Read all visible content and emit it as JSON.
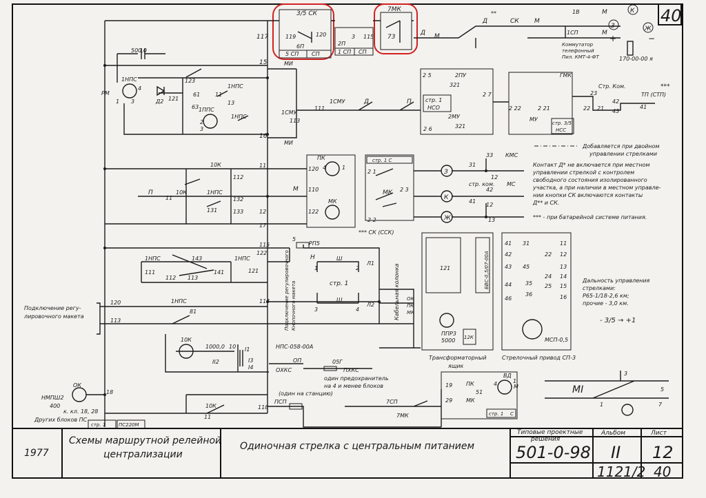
{
  "corner": {
    "sheet_box": "40"
  },
  "top": {
    "relay_3_5sk": "3/5 СК",
    "relay_7mk": "7МК",
    "c119": "119",
    "c120": "120",
    "c6p": "6П",
    "sp5_a": "5 СП",
    "sp5_b": "СП",
    "c2p": "2П",
    "c3": "3",
    "c115": "115",
    "sp1_a": "1 СП",
    "sp1_b": "СП",
    "c73": "73",
    "d_star": "Д",
    "m1": "М",
    "d2": "Д",
    "sk_star": "**",
    "sk": "СК",
    "m2": "М",
    "c1v": "1В",
    "c1sp": "1СП",
    "m3": "М",
    "m4": "М",
    "commutator1": "Коммутатор",
    "commutator2": "телефонный",
    "commutator3": "Пил. КМТ-4-ФТ",
    "code170": "170-00-00 я",
    "circle_r": "К",
    "circle_z": "Ж",
    "circle_3": "З",
    "plus": "+",
    "minus": "−"
  },
  "upper": {
    "c117": "117",
    "c15": "15",
    "c16": "16",
    "cap": "500,0",
    "rm": "РМ",
    "r1nps": "1НПС",
    "c4": "4",
    "c1": "1",
    "c3": "3",
    "d2": "Д2",
    "c123": "123",
    "c121": "121",
    "c61": "61",
    "c63": "63",
    "r1nps_b": "1НПС",
    "c11": "11",
    "c13": "13",
    "ppc": "1ППС",
    "c2": "2",
    "c3b": "3",
    "r1nps_c": "1НПС",
    "mi_top": "МИ",
    "mi_bot": "МИ",
    "smu": "1СМУ",
    "c111": "111",
    "c113": "113",
    "smu2": "1СМУ",
    "d": "Д",
    "p": "П",
    "c2_5": "2 5",
    "r2pu": "2ПУ",
    "c321": "321",
    "str1": "стр. 1",
    "nso": "НСО",
    "c2_7": "2 7",
    "r2mu": "2МУ",
    "c2_6": "2 6",
    "c321b": "321",
    "c2_22": "2 22",
    "c2_21": "2 21",
    "mu": "МУ",
    "str35": "стр. 3/5",
    "nss": "НСС",
    "fmk": "ГМК",
    "str_kom": "Стр. Ком.",
    "c23": "23",
    "c22": "22",
    "c21": "21",
    "c42": "42",
    "c43": "43",
    "c41": "41",
    "tp": "ТП (СТП)",
    "triple_star": "***"
  },
  "notes": {
    "n1a": "Добавляется при двойном",
    "n1b": "управлении стрелками",
    "n2a": "Контакт Д* не включается при местном",
    "n2b": "управлении стрелкой с контролем",
    "n2c": "свободного состояния изолированного",
    "n2d": "участка, а при наличии в местном управле-",
    "n2e": "нии кнопки СК включаются контакты",
    "n2f": "Д** и СК.",
    "n3": "*** - при батарейной системе питания."
  },
  "middle": {
    "c10k": "10К",
    "c11": "11",
    "c112": "112",
    "c12": "12",
    "c1nps": "1НПС",
    "c132": "132",
    "c131": "131",
    "c133": "133",
    "p": "П",
    "m": "М",
    "c17": "17",
    "c11b": "11",
    "pk": "ПК",
    "c120": "120",
    "c4": "4",
    "c1": "1",
    "c110": "110",
    "mk": "МК",
    "c122": "122",
    "str1c": "стр. 1 С",
    "c2_1": "2 1",
    "c2_3": "2 3",
    "c2_2": "2 2",
    "c3_3": "33",
    "c31": "31",
    "kms": "КМС",
    "c1_2": "12",
    "str_kom2": "стр. ком.",
    "mc": "МС",
    "c4_2": "42",
    "c4_1": "41",
    "c12b": "12",
    "c13": "13",
    "sk_note": "*** СК (ССК)",
    "lamp_z": "З",
    "lamp_k": "К",
    "lamp_zh": "Ж"
  },
  "lower": {
    "nps1": "1НПС",
    "c111": "111",
    "c112": "112",
    "c1nps_b": "1НПС",
    "c143": "143",
    "c141": "141",
    "c121": "121",
    "c113b": "113",
    "c115": "115",
    "c5": "5",
    "rp5": "РП5",
    "c122": "122",
    "c114": "114",
    "h": "Н",
    "c1b": "1",
    "c2b": "2",
    "sh1": "Ш",
    "sh2": "Ш",
    "str1": "стр. 1",
    "c3b": "3",
    "c4b": "4",
    "l1": "Л1",
    "l2": "Л2",
    "vertical1": "Подключение регулировочного",
    "vertical2": "Кнопочного макета",
    "pk": "ПК",
    "ok": "ОК",
    "mk": "МК",
    "kabel": "Кабельная колонка",
    "connect1": "Подключение регу-",
    "connect2": "лировочного макета",
    "c120": "120",
    "c113": "113",
    "c1npsb": "1НПС",
    "c81": "81",
    "c10k2": "10К",
    "c1000": "1000,0",
    "t10": "10",
    "i1": "I1",
    "ii2": "II2",
    "i3": "I3",
    "i4": "I4",
    "nps058": "НПС-058-00А",
    "op": "ОП",
    "okhs": "ОХКС",
    "pkhs": "ПХКС",
    "c05": "05Г",
    "fuse1": "один предохранитель",
    "fuse2": "на 4 и менее блоков",
    "ppr3": "ППР3",
    "c5000": "5000",
    "trans1": "Трансформаторный",
    "trans2": "ящик",
    "privod": "Стрелочный привод СП-3",
    "msp": "МСП-0,5",
    "bvs": "БВС-0,5/07-00А",
    "c12k": "12К",
    "c121b": "121",
    "dist1": "Дальность управления",
    "dist2": "стрелками:",
    "dist3": "Р65-1/18-2,6 км;",
    "dist4": "прочие - 3,0 км.",
    "ratio": "- 3/5 → +1",
    "c41": "41",
    "c31": "31",
    "c42": "42",
    "c43": "43",
    "c44": "44",
    "c45": "45",
    "c46": "46",
    "c35": "35",
    "c36": "36",
    "c11": "11",
    "c12": "12",
    "c13": "13",
    "c14": "14",
    "c15": "15",
    "c16": "16",
    "c22": "22",
    "c24": "24",
    "c25": "25"
  },
  "bottom": {
    "ok": "ОК",
    "nmpsh": "НМПШ2",
    "c400": "400",
    "kl": "к. кл. 18, 28",
    "drugikh": "Других блоков ПС",
    "c18": "18",
    "c118": "118",
    "odin": "(один на станцию)",
    "psp": "ПСП",
    "c10k": "10К",
    "c11": "11",
    "c7sp": "7СП",
    "c7mk": "7МК",
    "c19": "19",
    "pk": "ПК",
    "c29": "29",
    "mk": "МК",
    "c51": "51",
    "vd": "ВД",
    "m": "М",
    "c4": "4",
    "c1": "1",
    "str1": "стр. 1",
    "c": "С",
    "ami": "МІ",
    "c3": "3",
    "c5": "5",
    "c1s": "1",
    "c7": "7",
    "str_label": "стр. 1",
    "ps220": "ПС220М"
  },
  "title_block": {
    "year": "1977",
    "title1": "Схемы маршрутной релейной",
    "title2": "централизации",
    "subject": "Одиночная стрелка с   центральным питанием",
    "series_hdr1": "Типовые проектные",
    "series_hdr2": "решения",
    "series": "501-0-98",
    "album_hdr": "Альбом",
    "album": "II",
    "sheet_hdr": "Лист",
    "sheet": "12",
    "code": "1121/2",
    "page": "40"
  }
}
